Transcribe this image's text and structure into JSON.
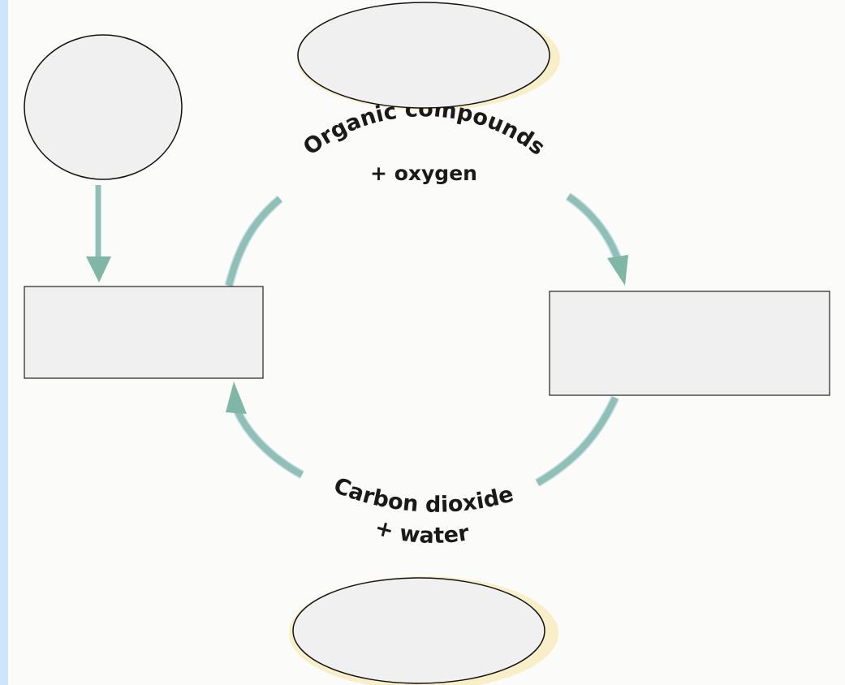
{
  "diagram": {
    "top_arc_label_line1": "Organic compounds",
    "top_arc_label_line2": "+ oxygen",
    "bottom_arc_label_line1": "Carbon dioxide",
    "bottom_arc_label_line2": "+ water",
    "blank_top_left_circle": "",
    "blank_top_ellipse": "",
    "blank_left_box": "",
    "blank_right_box": "",
    "blank_bottom_ellipse": ""
  },
  "colors": {
    "arrow": "#8fbfb5",
    "blank_fill": "#f0f0f0",
    "left_stripe": "#cfe5fb"
  }
}
